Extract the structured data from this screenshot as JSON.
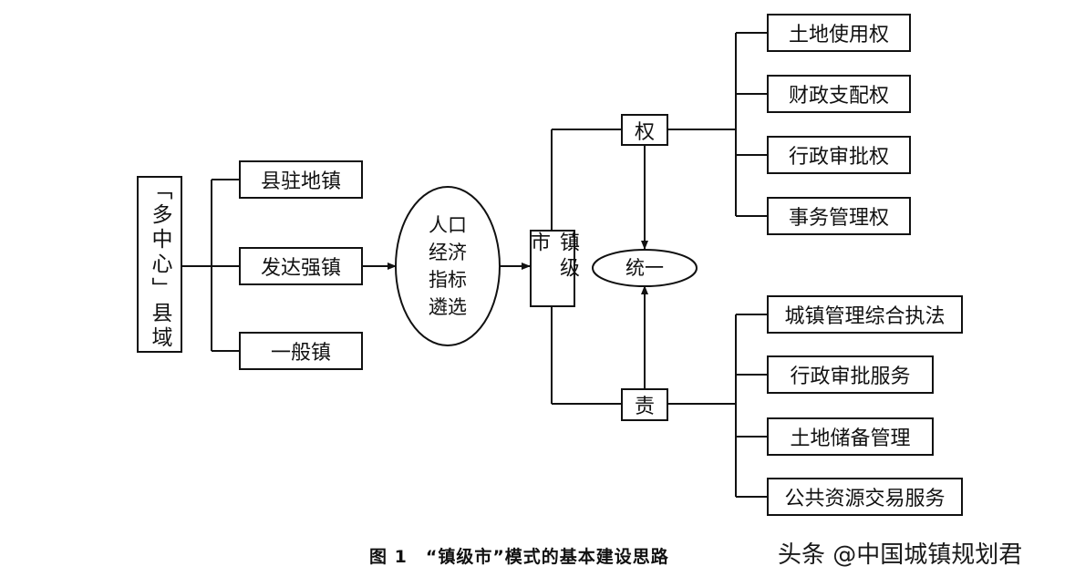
{
  "diagram": {
    "county_box": "「多中心」县域",
    "town_types": [
      "县驻地镇",
      "发达强镇",
      "一般镇"
    ],
    "screening_lines": [
      "人口",
      "经济",
      "指标",
      "遴选"
    ],
    "town_city": "镇级市",
    "power": "权",
    "responsibility": "责",
    "unify": "统一",
    "powers": [
      "土地使用权",
      "财政支配权",
      "行政审批权",
      "事务管理权"
    ],
    "responsibilities": [
      "城镇管理综合执法",
      "行政审批服务",
      "土地储备管理",
      "公共资源交易服务"
    ]
  },
  "caption": "图 1　“镇级市”模式的基本建设思路",
  "watermark": "头条 @中国城镇规划君"
}
